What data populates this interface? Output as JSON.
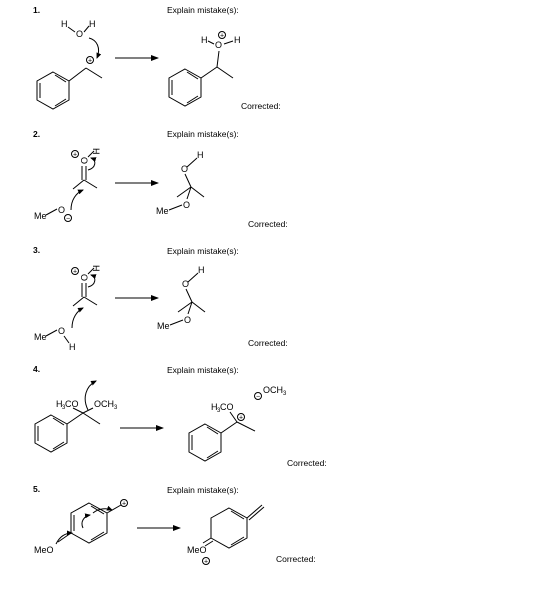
{
  "problems": [
    {
      "number": "1.",
      "explain_label": "Explain mistake(s):",
      "corrected_label": "Corrected:"
    },
    {
      "number": "2.",
      "explain_label": "Explain mistake(s):",
      "corrected_label": "Corrected:"
    },
    {
      "number": "3.",
      "explain_label": "Explain mistake(s):",
      "corrected_label": "Corrected:"
    },
    {
      "number": "4.",
      "explain_label": "Explain mistake(s):",
      "corrected_label": "Corrected:"
    },
    {
      "number": "5.",
      "explain_label": "Explain mistake(s):",
      "corrected_label": "Corrected:"
    }
  ],
  "atoms": {
    "H": "H",
    "O": "O",
    "Me": "Me",
    "MeO": "MeO",
    "H3CO_main": "H",
    "H3CO_sub": "3",
    "H3CO_tail": "CO",
    "OCH3_head": "OCH",
    "OCH3_sub": "3",
    "plus": "+",
    "minus": "−"
  }
}
